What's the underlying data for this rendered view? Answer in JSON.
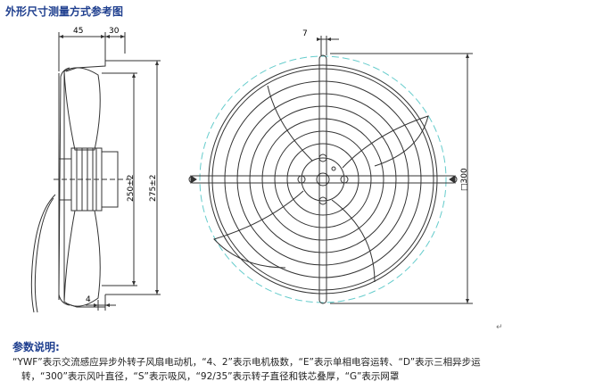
{
  "title": "外形尺寸测量方式参考图",
  "side_view": {
    "dim_top_left": "45",
    "dim_top_right": "30",
    "dim_inner": "250±2",
    "dim_outer": "275±2",
    "dim_bottom": "4"
  },
  "front_view": {
    "dim_top": "7",
    "dim_right": "□300"
  },
  "notes": {
    "heading": "参数说明:",
    "line1": "“YWF”表示交流感应异步外转子风扇电动机，“4、2”表示电机极数，“E”表示单相电容运转、“D”表示三相异步运",
    "line2": "转，“300”表示风叶直径，“S”表示吸风，“92/35”表示转子直径和铁芯叠厚，“G”表示网罩"
  },
  "colors": {
    "heading": "#1f3f8f",
    "line": "#333333",
    "guard_outer": "#66cccc"
  }
}
